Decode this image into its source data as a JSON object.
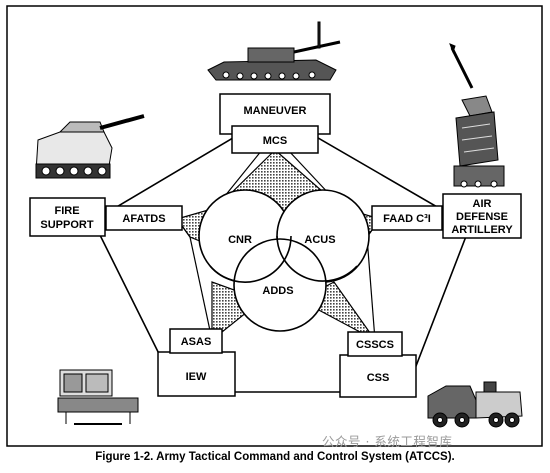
{
  "diagram": {
    "nodes": {
      "maneuver": "MANEUVER",
      "mcs": "MCS",
      "fire_support_1": "FIRE",
      "fire_support_2": "SUPPORT",
      "afatds": "AFATDS",
      "air_defense_1": "AIR",
      "air_defense_2": "DEFENSE",
      "air_defense_3": "ARTILLERY",
      "faad": "FAAD C³I",
      "cnr": "CNR",
      "acus": "ACUS",
      "adds": "ADDS",
      "asas": "ASAS",
      "iew": "IEW",
      "csscs": "CSSCS",
      "css": "CSS"
    },
    "icons": [
      "tank-icon",
      "howitzer-icon",
      "missile-launcher-icon",
      "signal-equipment-icon",
      "supply-truck-icon"
    ]
  },
  "caption": "Figure 1-2. Army Tactical Command and Control System (ATCCS).",
  "watermark": "公众号 · 系统工程智库"
}
